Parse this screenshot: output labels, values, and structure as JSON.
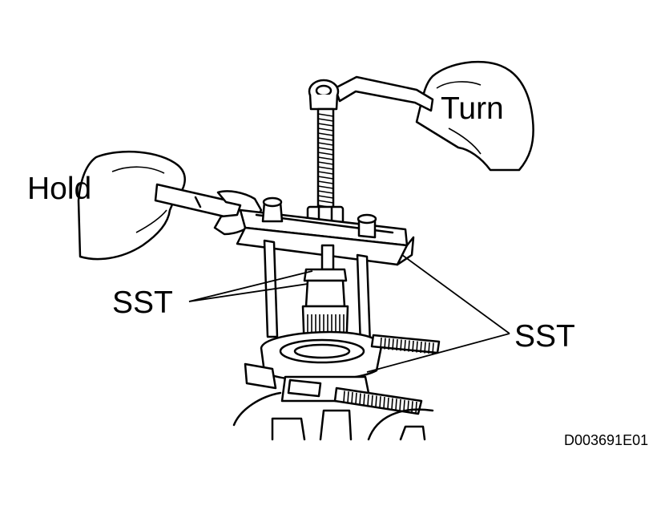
{
  "labels": {
    "turn": "Turn",
    "hold": "Hold",
    "sst_left": "SST",
    "sst_right": "SST",
    "figure_code": "D003691E01"
  },
  "colors": {
    "ink": "#000000",
    "background": "#ffffff"
  }
}
